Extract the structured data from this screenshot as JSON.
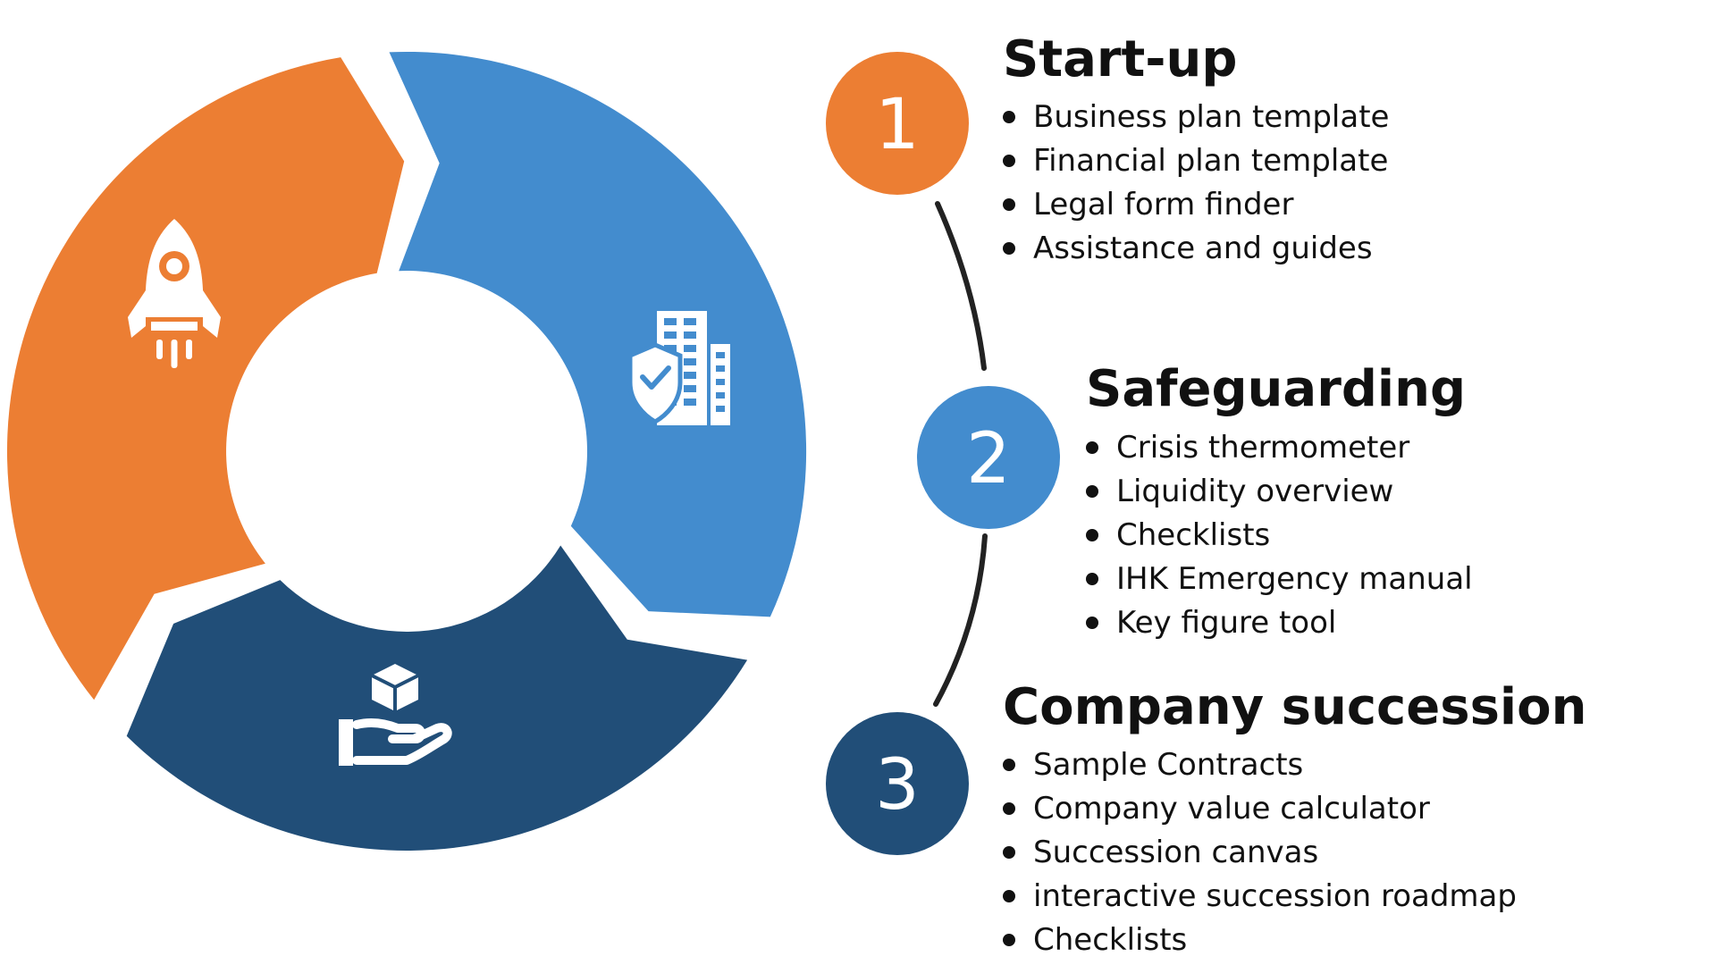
{
  "colors": {
    "startup": "#EC7E33",
    "safeguarding": "#438CCE",
    "succession": "#214E78",
    "connector": "#222222",
    "text": "#111111"
  },
  "cycle": {
    "segments": [
      {
        "key": "startup",
        "icon": "rocket-icon",
        "color": "#EC7E33"
      },
      {
        "key": "safeguarding",
        "icon": "building-shield-icon",
        "color": "#438CCE"
      },
      {
        "key": "succession",
        "icon": "hand-box-icon",
        "color": "#214E78"
      }
    ]
  },
  "steps": [
    {
      "number": "1",
      "title": "Start-up",
      "color": "#EC7E33",
      "items": [
        "Business plan template",
        "Financial plan template",
        "Legal form finder",
        "Assistance and guides"
      ]
    },
    {
      "number": "2",
      "title": "Safeguarding",
      "color": "#438CCE",
      "items": [
        "Crisis thermometer",
        "Liquidity overview",
        "Checklists",
        "IHK Emergency manual",
        "Key figure tool"
      ]
    },
    {
      "number": "3",
      "title": "Company succession",
      "color": "#214E78",
      "items": [
        "Sample Contracts",
        "Company value calculator",
        "Succession canvas",
        "interactive succession roadmap",
        "Checklists"
      ]
    }
  ]
}
